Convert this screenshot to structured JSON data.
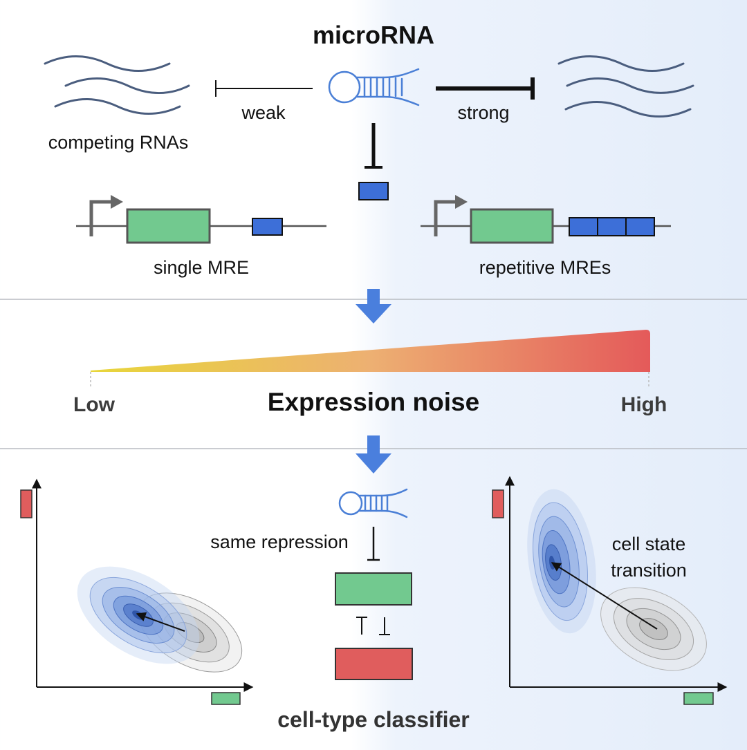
{
  "title": "microRNA",
  "top": {
    "left_label": "competing RNAs",
    "weak_label": "weak",
    "strong_label": "strong"
  },
  "constructs": {
    "left_label": "single MRE",
    "right_label": "repetitive MREs"
  },
  "noise": {
    "low_label": "Low",
    "title": "Expression noise",
    "high_label": "High"
  },
  "bottom": {
    "same_repression_label": "same repression",
    "cell_state_line1": "cell state",
    "cell_state_line2": "transition",
    "classifier_label": "cell-type classifier"
  },
  "colors": {
    "mirna_blue": "#4a7fd6",
    "mre_blue": "#3d6fd8",
    "gene_green": "#72c98f",
    "marker_red": "#e05d5d",
    "mrna_wave": "#4a5d7e",
    "arrow_blue": "#4a7fdd",
    "noise_low": "#e6d23a",
    "noise_high": "#e45a5a"
  }
}
